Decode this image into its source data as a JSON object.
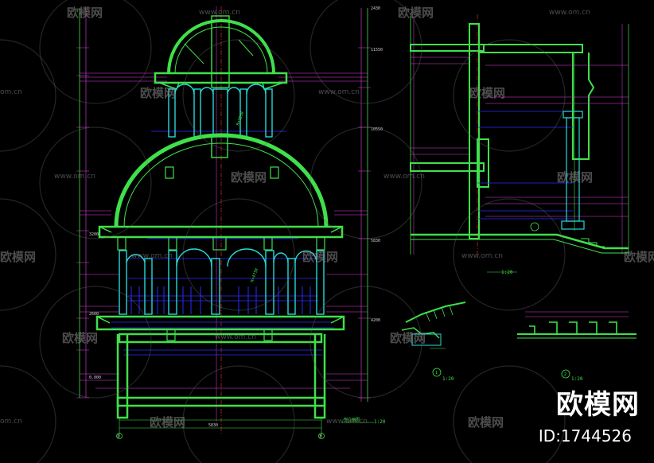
{
  "watermark": {
    "brand": "欧模网",
    "url": "www.om.cn",
    "url_short": "om.cn",
    "id_label": "ID:1744526"
  },
  "dimensions": {
    "d1": "2430",
    "d2": "11550",
    "d3": "10550",
    "d4": "5830",
    "d5": "4200",
    "d6": "3200",
    "d7": "2600",
    "d8": "0.000"
  },
  "radius_labels": {
    "r1": "R=2530",
    "r2": "R=4750"
  },
  "titles": {
    "main_section": "剖立面图",
    "main_scale": "1:20",
    "detail_scale": "1:20",
    "detail1_no": "1",
    "detail1_scale": "1:20",
    "detail2_no": "2",
    "detail2_scale": "1:20"
  },
  "axis": {
    "left": "D",
    "right": "B"
  },
  "colors": {
    "green": "#3fe04a",
    "cyan": "#29d7d7",
    "magenta": "#e040e0",
    "blue": "#2a2aff",
    "red": "#ff3030",
    "white": "#e6e6e6"
  }
}
